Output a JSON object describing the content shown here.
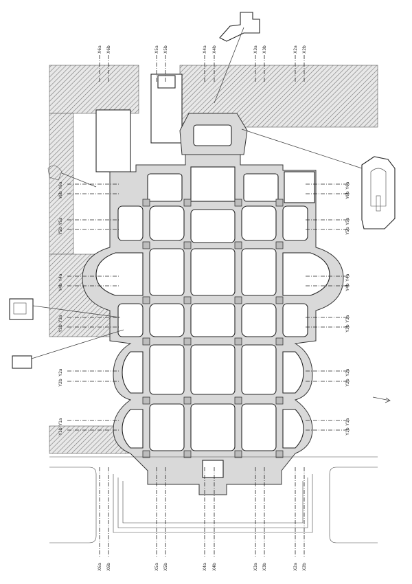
{
  "axes": {
    "top": [
      "X6a",
      "X6b",
      "X5a",
      "X5b",
      "X4a",
      "X4b",
      "X3a",
      "X3b",
      "X2a",
      "X2b"
    ],
    "bottom": [
      "X6a",
      "X6b",
      "X5a",
      "X5b",
      "X4a",
      "X4b",
      "X3a",
      "X3b",
      "X2a",
      "X2b"
    ],
    "left": [
      "Y1a",
      "Y1b",
      "Y2a",
      "Y2b",
      "Y3a",
      "Y3b",
      "Y4a",
      "Y4b",
      "Y5a",
      "Y5b",
      "Y6a",
      "Y6b"
    ],
    "right": [
      "Y1a",
      "Y1b",
      "Y2a",
      "Y2b",
      "Y3a",
      "Y3b",
      "Y4a",
      "Y4b",
      "Y5a",
      "Y5b",
      "Y6a",
      "Y6b"
    ]
  },
  "colors": {
    "wall": "#d9d9d9",
    "hatch": "#777777",
    "line": "#222222"
  }
}
